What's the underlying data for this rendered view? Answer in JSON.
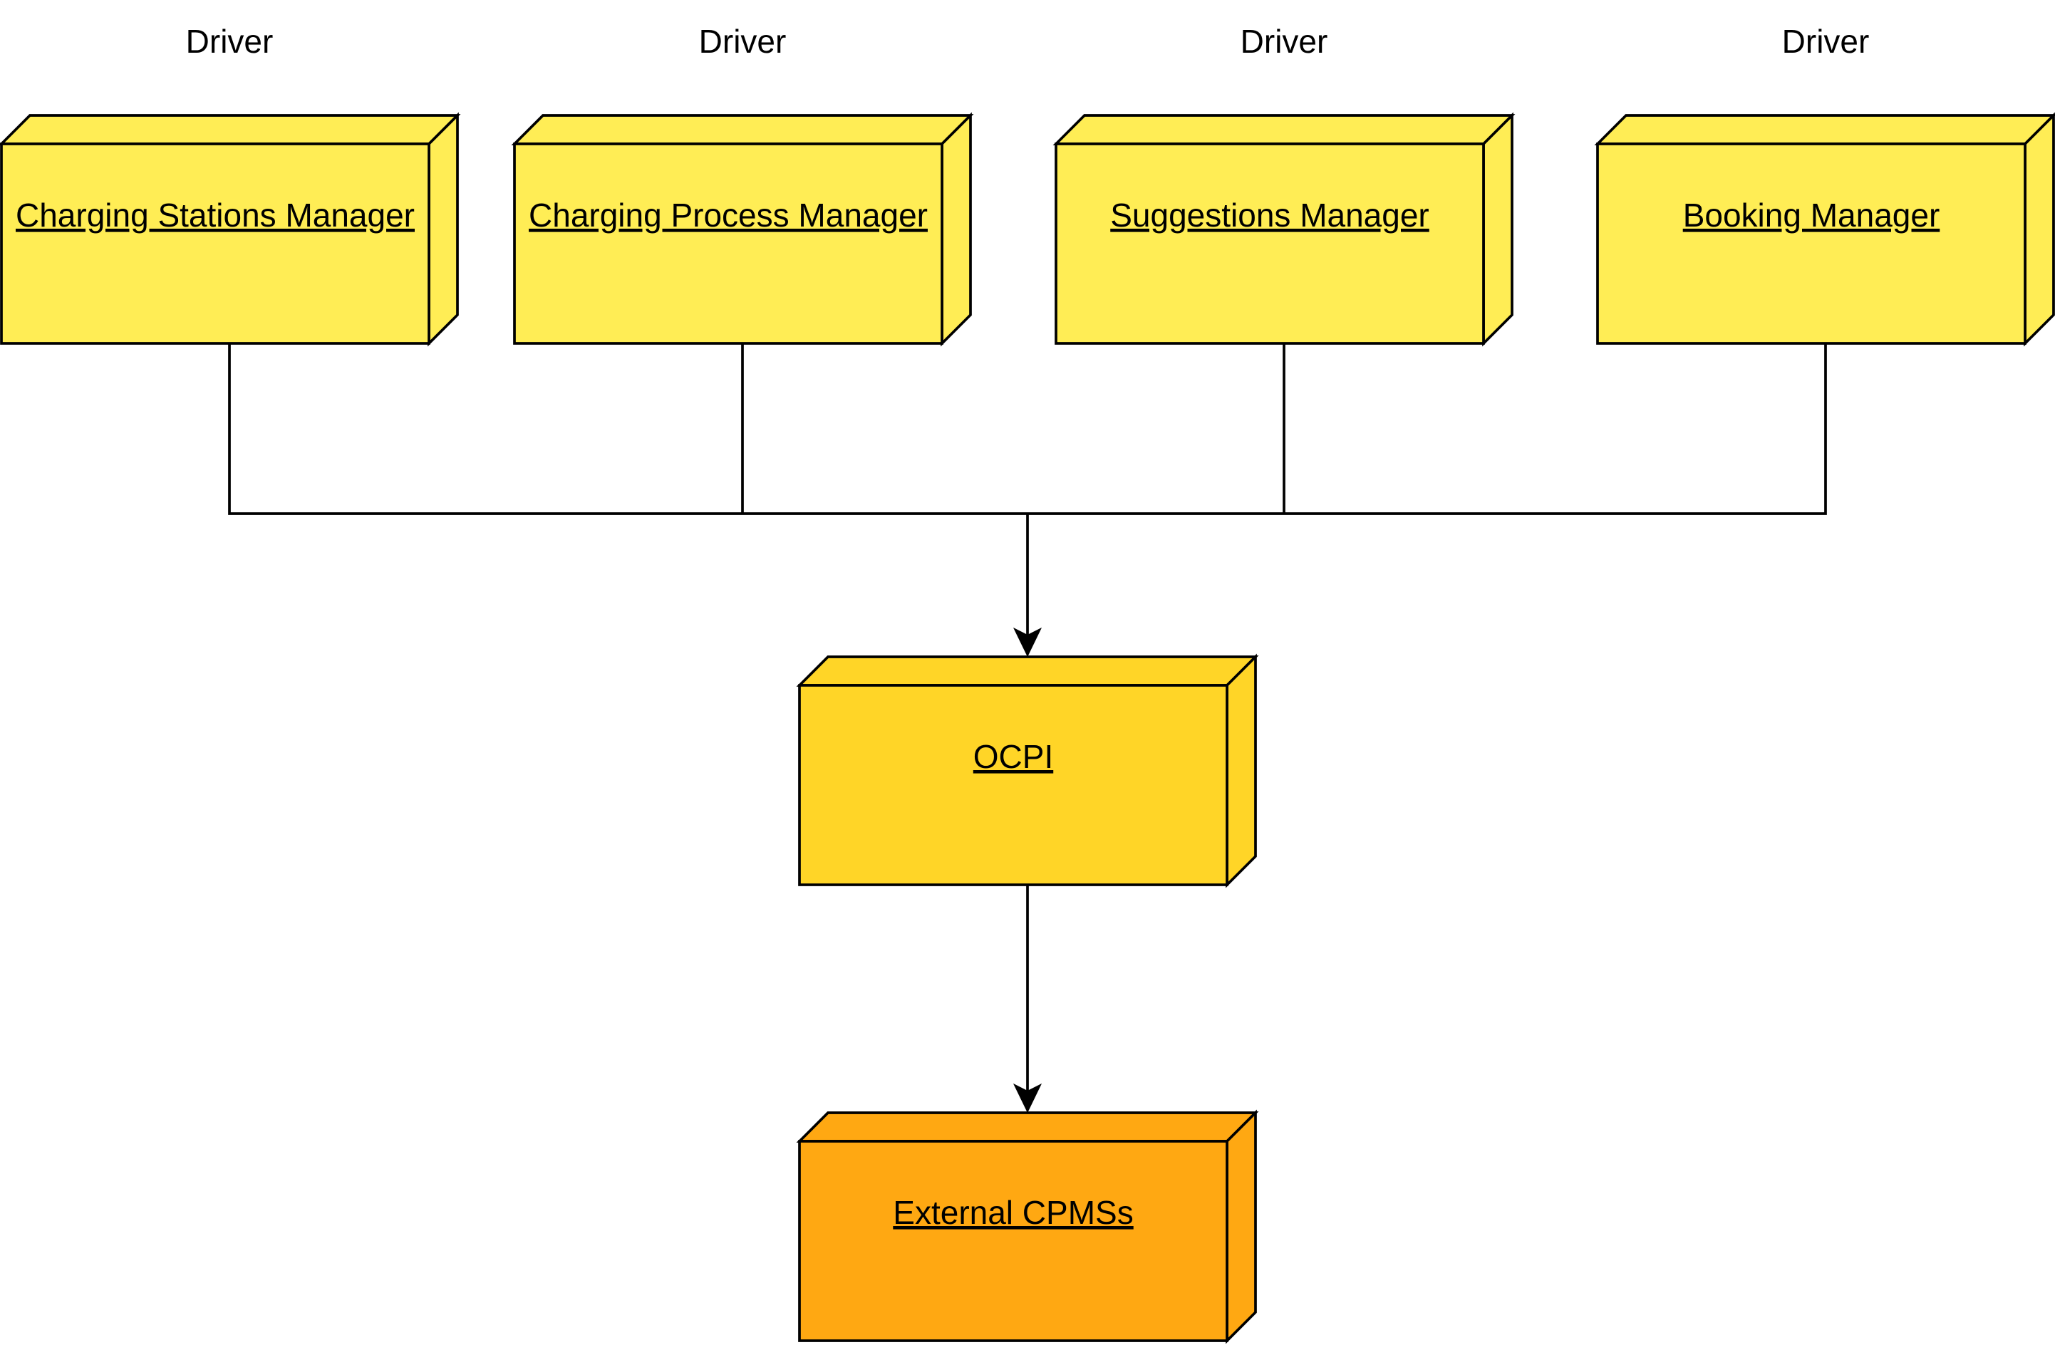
{
  "diagram": {
    "drivers": [
      "Driver",
      "Driver",
      "Driver",
      "Driver"
    ],
    "managers": [
      "Charging Stations Manager",
      "Charging Process Manager",
      "Suggestions Manager",
      "Booking Manager"
    ],
    "ocpi": "OCPI",
    "external": "External CPMSs"
  },
  "colors": {
    "manager_fill": "#FFED55",
    "ocpi_fill": "#FFD527",
    "external_fill": "#FFA812",
    "stroke": "#000000"
  }
}
